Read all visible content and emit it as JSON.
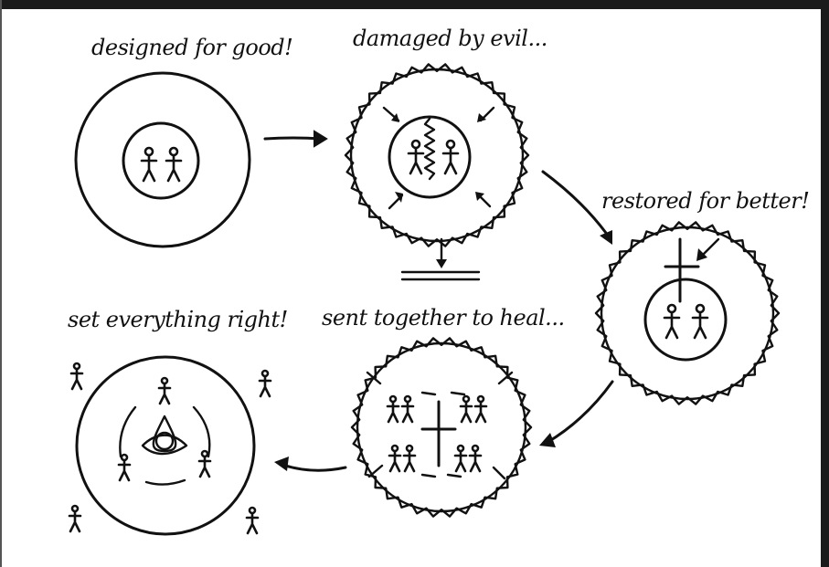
{
  "stages": {
    "designed": {
      "label": "designed for good!"
    },
    "damaged": {
      "label": "damaged by evil..."
    },
    "restored": {
      "label": "restored for better!"
    },
    "sent": {
      "label": "sent together to heal..."
    },
    "right": {
      "label": "set everything right!"
    }
  },
  "colors": {
    "ink": "#111111",
    "paper": "#ffffff",
    "border": "#1b1b1b"
  },
  "icons": [
    "arrow-icon",
    "cross-icon",
    "trinity-knot-icon",
    "stick-figure-icon"
  ]
}
